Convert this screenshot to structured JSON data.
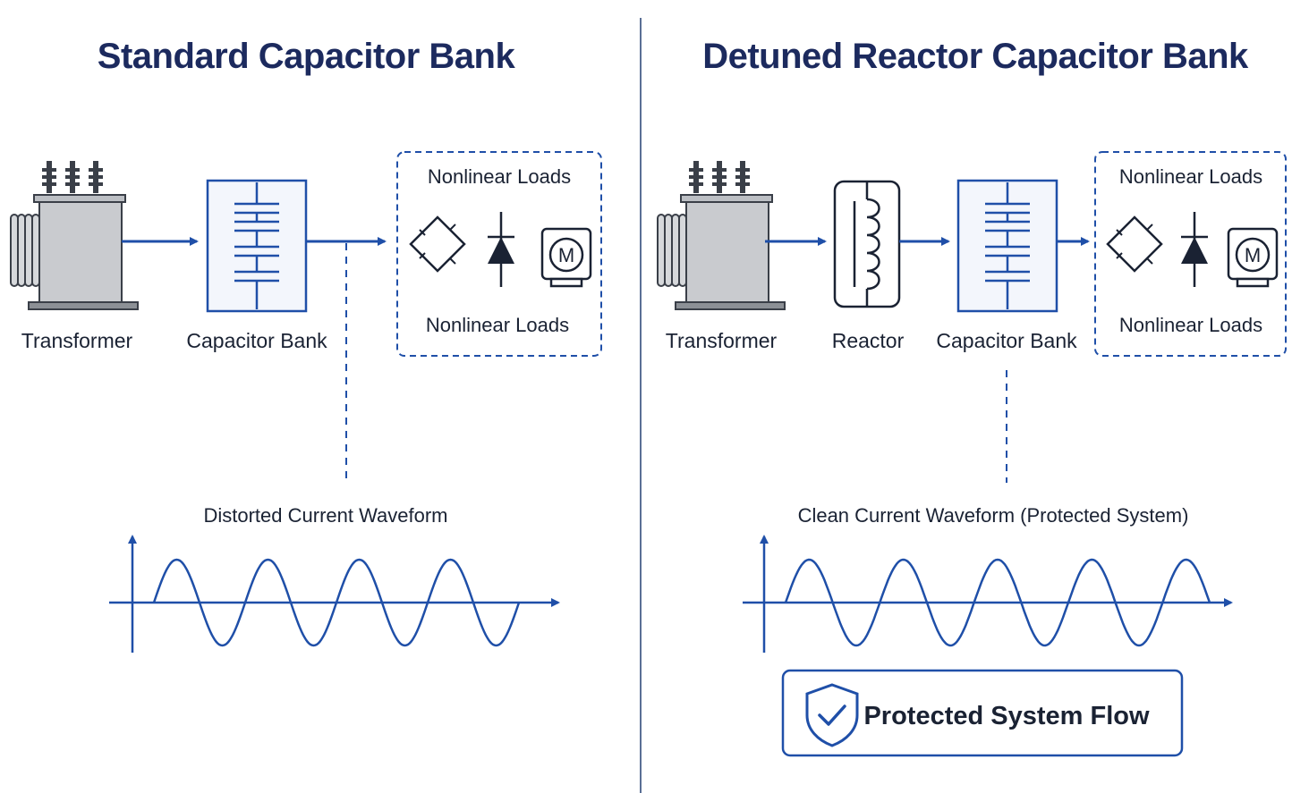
{
  "left": {
    "title": "Standard Capacitor Bank",
    "labels": {
      "transformer": "Transformer",
      "capacitor": "Capacitor Bank"
    },
    "loads": {
      "top": "Nonlinear Loads",
      "bottom": "Nonlinear Loads",
      "motor_symbol": "M"
    },
    "waveform_title": "Distorted Current Waveform"
  },
  "right": {
    "title": "Detuned Reactor Capacitor Bank",
    "labels": {
      "transformer": "Transformer",
      "reactor": "Reactor",
      "capacitor": "Capacitor Bank"
    },
    "loads": {
      "top": "Nonlinear Loads",
      "bottom": "Nonlinear Loads",
      "motor_symbol": "M"
    },
    "waveform_title": "Clean Current Waveform (Protected System)",
    "badge": "Protected System Flow"
  },
  "colors": {
    "primary": "#1f4fa8",
    "dark": "#1a2233",
    "title": "#1c2a5e",
    "divider": "#5a6f95"
  },
  "icons": [
    "transformer-icon",
    "capacitor-icon",
    "reactor-icon",
    "bridge-rectifier-icon",
    "diode-icon",
    "motor-icon",
    "shield-check-icon",
    "arrow-icon"
  ]
}
